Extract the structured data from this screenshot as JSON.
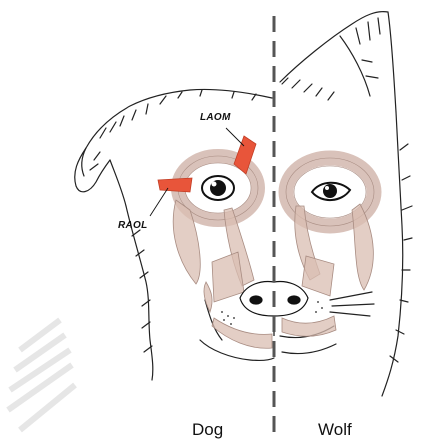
{
  "labels": {
    "laom": "LAOM",
    "raol": "RAOL",
    "dog": "Dog",
    "wolf": "Wolf"
  },
  "colors": {
    "highlight_muscle": "#e8553a",
    "muscle_fill": "#d9bdb2",
    "muscle_stroke": "#a88c82",
    "line_art": "#222222",
    "divider": "#555555"
  }
}
